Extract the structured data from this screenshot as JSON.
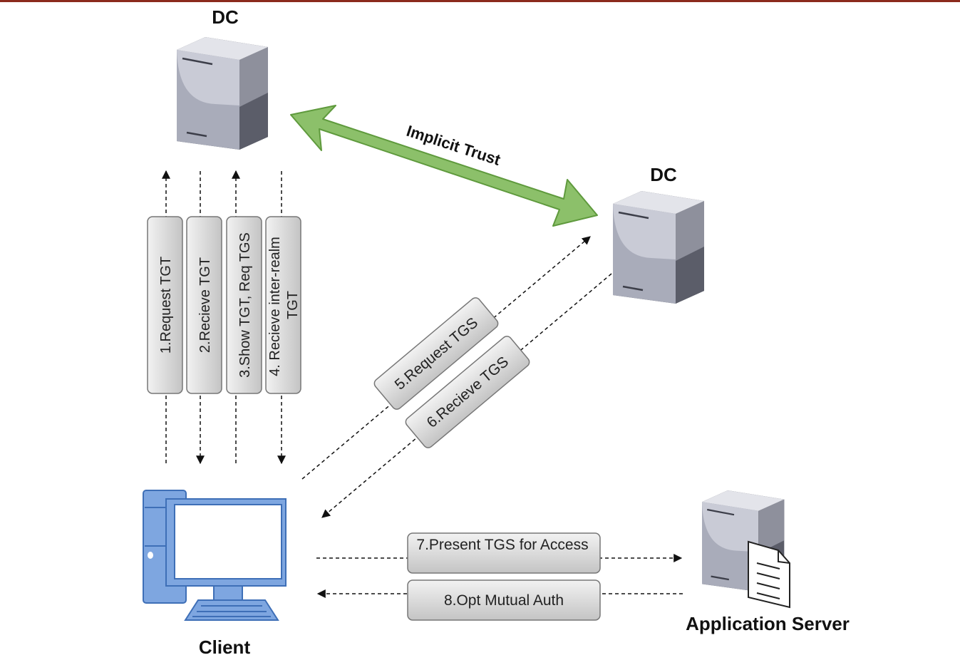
{
  "nodes": {
    "dc_left": "DC",
    "dc_right": "DC",
    "client": "Client",
    "app_server": "Application Server"
  },
  "trust_label": "Implicit Trust",
  "steps": {
    "s1": "1.Request TGT",
    "s2": "2.Recieve TGT",
    "s3": "3.Show TGT, Req TGS",
    "s4_line1": "4. Recieve inter-realm",
    "s4_line2": "TGT",
    "s5": "5.Request TGS",
    "s6": "6.Recieve TGS",
    "s7": "7.Present TGS for Access",
    "s8": "8.Opt Mutual Auth"
  },
  "colors": {
    "server_body": "#a6a9b8",
    "client_blue": "#7ea6e0",
    "trust_arrow": "#8cc06a",
    "step_box": "#d0d0d0"
  }
}
